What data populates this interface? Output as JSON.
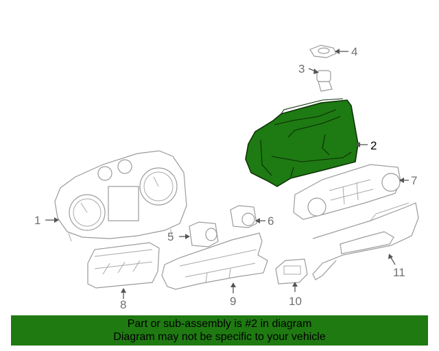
{
  "callouts": {
    "c1": "1",
    "c2": "2",
    "c3": "3",
    "c4": "4",
    "c5": "5",
    "c6": "6",
    "c7": "7",
    "c8": "8",
    "c9": "9",
    "c10": "10",
    "c11": "11"
  },
  "highlighted_part": "2",
  "colors": {
    "highlight": "#1f7a12",
    "outline": "#9a9a9a"
  },
  "banner": {
    "line1": "Part or sub-assembly is #2 in diagram",
    "line2": "Diagram may not be specific to your vehicle"
  }
}
